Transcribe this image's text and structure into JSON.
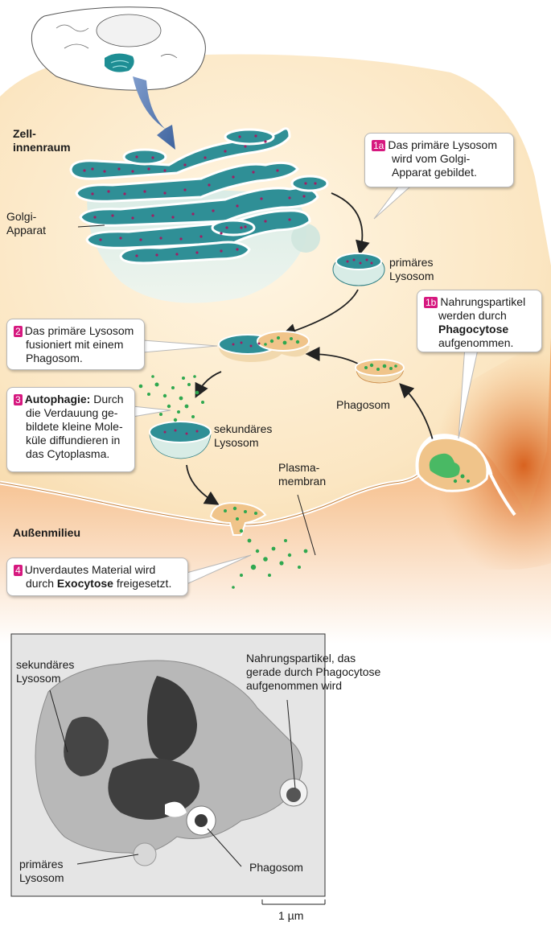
{
  "regions": {
    "interior_l1": "Zell-",
    "interior_l2": "innenraum",
    "exterior": "Außenmilieu"
  },
  "organelles": {
    "golgi_l1": "Golgi-",
    "golgi_l2": "Apparat",
    "primary_l1": "primäres",
    "primary_l2": "Lysosom",
    "phagosome": "Phagosom",
    "secondary_l1": "sekundäres",
    "secondary_l2": "Lysosom",
    "membrane_l1": "Plasma-",
    "membrane_l2": "membran"
  },
  "steps": [
    {
      "badge": "1a",
      "lines": [
        "Das primäre Lysosom",
        "wird vom Golgi-",
        "Apparat gebildet."
      ]
    },
    {
      "badge": "1b",
      "line1": "Nahrungspartikel",
      "line2": "werden durch",
      "line3_bold": "Phagocytose",
      "line4": "aufgenommen."
    },
    {
      "badge": "2",
      "lines": [
        "Das primäre Lysosom",
        "fusioniert mit einem",
        "Phagosom."
      ]
    },
    {
      "badge": "3",
      "line1_bold": "Autophagie:",
      "line1_rest": " Durch",
      "line2": "die Verdauung ge-",
      "line3": "bildete kleine Mole-",
      "line4": "küle diffundieren in",
      "line5": "das Cytoplasma."
    },
    {
      "badge": "4",
      "line1": "Unverdautes Material wird",
      "line2_pre": "durch ",
      "line2_bold": "Exocytose",
      "line2_post": " freigesetzt."
    }
  ],
  "micrograph": {
    "secondary_l1": "sekundäres",
    "secondary_l2": "Lysosom",
    "food_l1": "Nahrungspartikel, das",
    "food_l2": "gerade durch Phagocytose",
    "food_l3": "aufgenommen wird",
    "primary_l1": "primäres",
    "primary_l2": "Lysosom",
    "phagosome": "Phagosom",
    "scale": "1 µm"
  },
  "colors": {
    "cytoplasm": "#fbe7c6",
    "exterior": "#e0782e",
    "golgi": "#2f8f96",
    "golgi_dots": "#a01e64",
    "green_material": "#2fa84f",
    "badge": "#d6187f",
    "arrow_blue": "#5a7fb5"
  }
}
